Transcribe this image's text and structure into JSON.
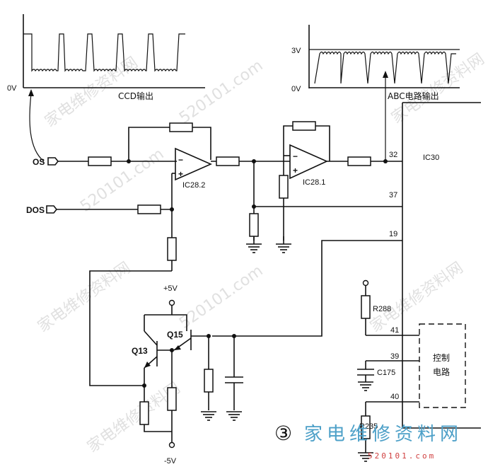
{
  "labels": {
    "ccd_out": "CCD输出",
    "zero_v_left": "0V",
    "three_v": "3V",
    "zero_v_right": "0V",
    "abc_out": "ABC电路输出",
    "os": "OS",
    "dos": "DOS",
    "ic28_2": "IC28.2",
    "ic28_1": "IC28.1",
    "ic30": "IC30",
    "pin32": "32",
    "pin37": "37",
    "pin19": "19",
    "pin41": "41",
    "pin39": "39",
    "pin40": "40",
    "plus5v": "+5V",
    "minus5v": "-5V",
    "q15": "Q15",
    "q13": "Q13",
    "r288": "R288",
    "r235": "R235",
    "c175": "C175",
    "ctrl_line1": "控制",
    "ctrl_line2": "电路",
    "figure_num": "③",
    "opamp_minus_a": "−",
    "opamp_plus_a": "+",
    "opamp_minus_b": "−",
    "opamp_plus_b": "+"
  },
  "watermarks": {
    "site_cn": "家电维修资料网",
    "site_url": "520101.com",
    "footer_cn": "家电维修资料网",
    "footer_url": "520101.com"
  }
}
